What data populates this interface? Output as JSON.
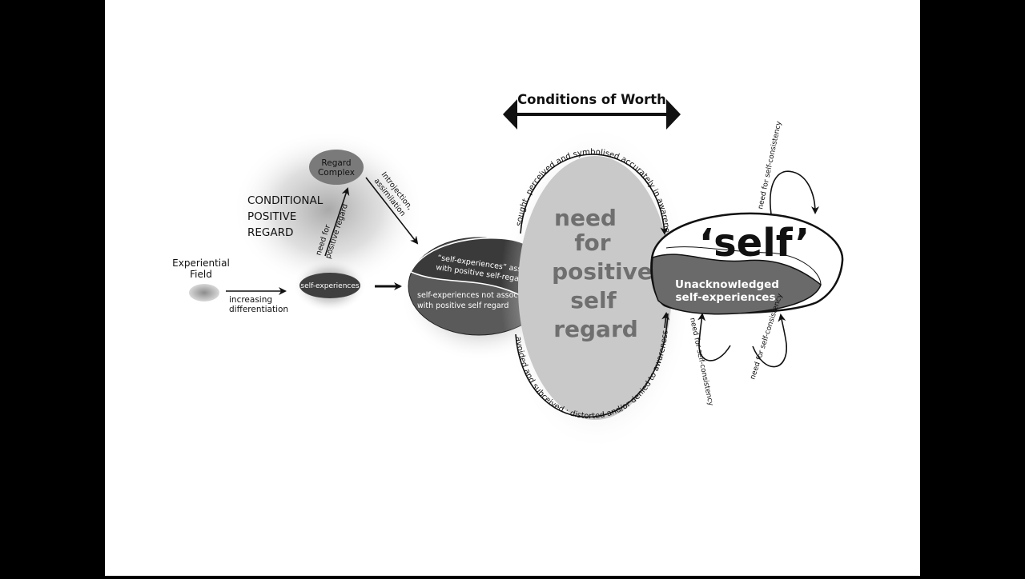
{
  "diagram": {
    "title": "Conditions of Worth",
    "experiential_field": {
      "line1": "Experiential",
      "line2": "Field"
    },
    "increasing": {
      "line1": "increasing",
      "line2": "differentiation"
    },
    "self_experiences_small": "self-experiences",
    "regard_complex": {
      "line1": "Regard",
      "line2": "Complex"
    },
    "conditional": {
      "line1": "CONDITIONAL",
      "line2": "POSITIVE",
      "line3": "REGARD"
    },
    "need_for_positive_regard": {
      "line1": "need for",
      "line2": "positive regard"
    },
    "introjection": {
      "line1": "Introjection,",
      "line2": "assimilation"
    },
    "split": {
      "top1": "“self-experiences” associated",
      "top2": "with positive self-regard",
      "bottom1": "self-experiences not associated",
      "bottom2": "with positive self regard"
    },
    "center": {
      "line1": "need",
      "line2": "for",
      "line3": "positive",
      "line4": "self",
      "line5": "regard"
    },
    "arc_top": "sought, perceived and symbolised accurately in awareness",
    "arc_bottom": "avoided and subceived : distorted and/or denied to awareness",
    "self_word": "‘self’",
    "unacknowledged": {
      "line1": "Unacknowledged",
      "line2": "self-experiences"
    },
    "need_consistency": "need for self-consistency",
    "colors": {
      "background": "#ffffff",
      "dark_shape": "#3f3f3f",
      "mid_shape": "#6a6a6a",
      "light_shape": "#c9c9c9",
      "center_text": "#6f6f6f"
    }
  }
}
